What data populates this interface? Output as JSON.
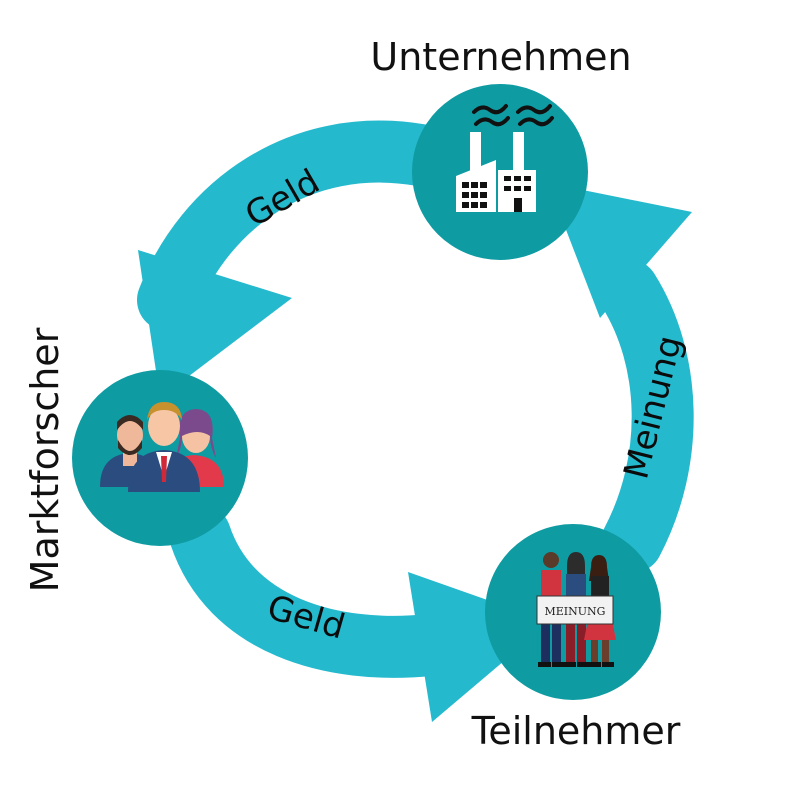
{
  "diagram": {
    "colors": {
      "arrow": "#25b9ce",
      "node": "#0e9ba2",
      "text": "#111111",
      "icon": "#ffffff"
    },
    "nodes": {
      "unternehmen": {
        "label": "Unternehmen",
        "icon": "factory-icon"
      },
      "marktforscher": {
        "label": "Marktforscher",
        "icon": "business-people-icon"
      },
      "teilnehmer": {
        "label": "Teilnehmer",
        "icon": "protest-group-icon",
        "sign_text": "MEINUNG"
      }
    },
    "arrows": {
      "top_left": {
        "label": "Geld"
      },
      "bottom": {
        "label": "Geld"
      },
      "right": {
        "label": "Meinung"
      }
    }
  }
}
